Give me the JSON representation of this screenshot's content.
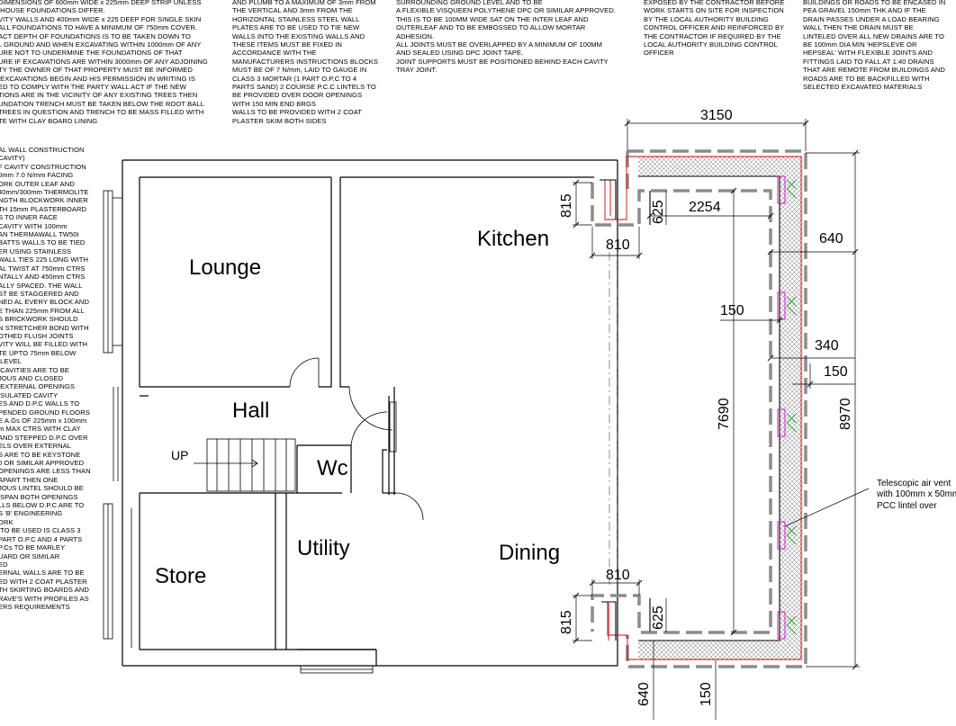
{
  "notes": {
    "foundations": "DIMENSIONS OF 600mm WIDE x 225mm DEEP STRIP UNLESS\n HOUSE FOUNDATIONS DIFFER.\nVITY WALLS AND 400mm WIDE x 225 DEEP FOR SINGLE SKIN\nALL FOUNDATIONS TO HAVE A MINIMUM OF 750mm COVER.\nACT DEPTH OF FOUNDATIONS IS TO BE TAKEN DOWN TO\nL GROUND AND WHEN EXCAVATING WITHIN 1000mm OF ANY\nURE NOT TO UNDERMINE THE FOUNDATIONS OF THAT\nURE IF EXCAVATIONS ARE WITHIN 3000mm OF ANY ADJOINING\nTY THE OWNER OF THAT PROPERTY MUST BE INFORMED\n EXCAVATIONS BEGIN AND HIS PERMISSION IN WRITING IS\nED TO COMPLY WITH THE PARTY WALL ACT IF THE NEW\nTIONS ARE IN THE VICINITY OF ANY EXISTING TREES THEN\nUNDATION TRENCH MUST BE TAKEN BELOW THE ROOT BALL\nTREES IN QUESTION AND TRENCH TO BE MASS FILLED WITH\nTE WITH CLAY BOARD LINING",
    "wall_plates": "AND PLUMB TO A MAXIMUM OF 3mm FROM\nTHE VERTICAL AND 3mm FROM THE\nHORIZONTAL STAINLESS STEEL WALL\nPLATES ARE TO BE USED TO TIE NEW\nWALLS INTO THE EXISTING WALLS AND\nTHESE ITEMS MUST BE FIXED IN\nACCORDANCE WITH THE\nMANUFACTURERS INSTRUCTIONS BLOCKS\nMUST BE OF 7 N/mm, LAID TO GAUGE IN\nCLASS 3 MORTAR (1 PART O.P.C TO 4\nPARTS SAND) 2 COURSE P.C.C LINTELS TO\nBE PROVIDED OVER DOOR OPENINGS\nWITH 150 MIN END BRGS\nWALLS TO BE PROVIDED WITH 2 COAT\nPLASTER SKIM BOTH SIDES",
    "dpc": "SURROUNDING GROUND LEVEL AND TO BE\nA FLEXIBLE VISQUEEN POLYTHENE DPC OR SIMILAR APPROVED.\nTHIS IS TO BE 100MM WIDE SAT ON THE INTER LEAF AND\nOUTERLEAF AND TO BE EMBOSSED TO ALLOW MORTAR\nADHESION.\nALL JOINTS MUST BE OVERLAPPED BY A MINIMUM OF 100MM\nAND SEALED USING DPC JOINT TAPE.\nJOINT SUPPORTS MUST BE POSITIONED BEHIND EACH CAVITY\nTRAY JOINT.",
    "inspection": "EXPOSED BY THE CONTRACTOR BEFORE\nWORK STARTS ON SITE FOR INSPECTION\nBY THE LOCAL AUTHORITY BUILDING\nCONTROL OFFICER AND REINFORCED BY\nTHE CONTRACTOR IF REQUIRED BY THE\nLOCAL AUTHORITY BUILDING CONTROL\nOFFICER",
    "drains": "BUILDINGS OR ROADS TO BE ENCASED IN\nPEA GRAVEL 150mm THK AND IF THE\nDRAIN PASSES UNDER A LOAD BEARING\nWALL THEN THE DRAIN MUST BE\nLINTELED OVER ALL NEW DRAINS ARE TO\nBE 100mm DIA MIN 'HEPSLEVE OR\nHEPSEAL' WITH FLEXIBLE JOINTS AND\nFITTINGS LAID TO FALL AT 1:40 DRAINS\nTHAT ARE REMOTE FROM BUILDINGS AND\nROADS ARE TO BE BACKFILLED WITH\nSELECTED EXCAVATED MATERIALS",
    "construction": "AL WALL CONSTRUCTION\nCAVITY)\nF CAVITY CONSTRUCTION\n0mm 7.0 N/mm FACING\nORK OUTER LEAF AND\n40mm/300mm THERMOLITE\nNGTH BLOCKWORK INNER\nTH 15mm PLASTERBOARD\nS TO INNER FACE\nCAVITY WITH 100mm\nAN THERMAWALL TW50I\nBATTS WALLS TO BE TIED\nER USING STAINLESS\nWALL TIES 225 LONG WITH\nAL TWIST AT 750mm CTRS\nNTALLY AND 450mm CTRS\nALLY SPACED. THE WALL\nST BE STAGGERED AND\nNED AL EVERY BLOCK AND\nE THAN 225mm FROM ALL\nS BRICKWORK SHOULD\nN STRETCHER BOND WITH\nOTHED FLUSH JOINTS\nVITY WILL BE FILLED WITH\nTE UPTO 75mm BELOW\n LEVEL\n CAVITIES ARE TO BE\nJOUS AND CLOSED\n EXTERNAL OPENINGS\n SULATED CAVITY\nES AND D.P.C WALLS TO\nPENDED GROUND FLOORS\nE A.Gs OF 225mm x 100mm\nm MAX CTRS WITH CLAY\nAND STEPPED D.P.C OVER\nELS OVER EXTERNAL\nS ARE TO BE KEYSTONE\n0 OR SIMILAR APPROVED\nOPENINGS ARE LESS THAN\nAPART THEN ONE\nJOUS LINTEL SHOULD BE\n SPAN BOTH OPENINGS\nLLS BELOW D.P.C ARE TO\nS 'B' ENGINEERING\nORK\n TO BE USED IS CLASS 3\nPART O.P.C AND 4 PARTS\nP.Cs TO BE MARLEY\nUARD OR SIMILAR\nED\nERNAL WALLS ARE TO BE\nED WITH 2 COAT PLASTER\nTH SKIRTING BOARDS AND\nRAVE'S WITH PROFILES AS\nERS REQUIREMENTS"
  },
  "rooms": {
    "lounge": "Lounge",
    "kitchen": "Kitchen",
    "hall": "Hall",
    "wc": "Wc",
    "utility": "Utility",
    "store": "Store",
    "dining": "Dining",
    "stair_up": "UP"
  },
  "dimensions": {
    "top_width": "3150",
    "inner_width": "2254",
    "right_offset": "640",
    "pier_150": "150",
    "cavity_340": "340",
    "edge_150": "150",
    "overall_height": "8970",
    "inner_height": "7690",
    "top_pier_depth": "815",
    "top_pier_width": "810",
    "top_pier_inner": "625",
    "bottom_pier_width": "810",
    "bottom_pier_depth": "815",
    "bottom_pier_inner": "625",
    "bottom_640": "640",
    "bottom_150": "150"
  },
  "annotation": {
    "line1": "Telescopic air vent",
    "line2": "with 100mm x 50mm",
    "line3": "PCC lintel over"
  },
  "colors": {
    "wall": "#000000",
    "outline_dashed": "#8c8c8c",
    "dpc_red": "#e00000",
    "insulation_hatch": "#777777",
    "vent_magenta": "#d000d0",
    "vent_green": "#30c030"
  }
}
